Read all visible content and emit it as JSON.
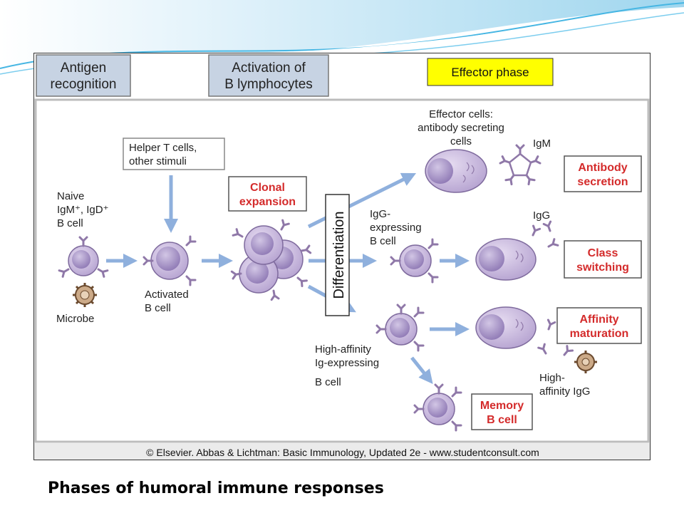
{
  "slide": {
    "caption": "Phases of humoral immune responses"
  },
  "figure": {
    "phase_headers": {
      "recognition": [
        "Antigen",
        "recognition"
      ],
      "activation": [
        "Activation of",
        "B lymphocytes"
      ],
      "effector": "Effector phase"
    },
    "labels": {
      "helper": [
        "Helper T cells,",
        "other stimuli"
      ],
      "naive": [
        "Naive",
        "IgM⁺, IgD⁺",
        "B cell"
      ],
      "microbe": "Microbe",
      "activated": [
        "Activated",
        "B cell"
      ],
      "differentiation": "Differentiation",
      "effector_cells": [
        "Effector cells:",
        "antibody secreting",
        "cells"
      ],
      "igm": "IgM",
      "igg_expressing": [
        "IgG-",
        "expressing",
        "B cell"
      ],
      "igg": "IgG",
      "high_affinity_cell": [
        "High-affinity",
        "Ig-expressing",
        "B cell"
      ],
      "high_affinity_igg": [
        "High-",
        "affinity IgG"
      ]
    },
    "outcomes": {
      "clonal": [
        "Clonal",
        "expansion"
      ],
      "antibody": [
        "Antibody",
        "secretion"
      ],
      "class": [
        "Class",
        "switching"
      ],
      "affinity": [
        "Affinity",
        "maturation"
      ],
      "memory": [
        "Memory",
        "B cell"
      ]
    },
    "copyright": "© Elsevier. Abbas & Lichtman: Basic Immunology, Updated 2e - www.studentconsult.com"
  },
  "colors": {
    "outcome_red": "#d42b2b",
    "header_fill": "#c7d3e3",
    "effector_fill": "#ffff00",
    "arrow_blue": "#8fb0dd",
    "cell_purple": "#cdbfe0",
    "antibody_purple": "#8f78a8"
  }
}
